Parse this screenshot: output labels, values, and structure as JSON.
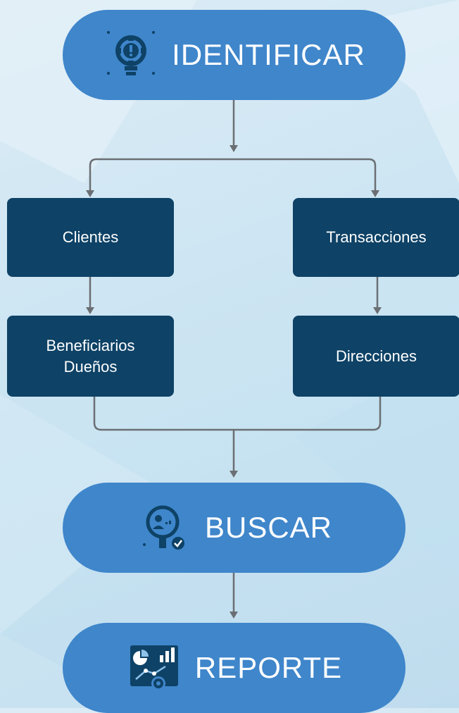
{
  "colors": {
    "background": "#cfe6f3",
    "pill": "#3f86cb",
    "box": "#0e4266",
    "connector": "#6b6f73",
    "text": "#ffffff"
  },
  "nodes": {
    "identificar": {
      "label": "IDENTIFICAR",
      "icon": "gear-alert-bulb-icon"
    },
    "clientes": {
      "label": "Clientes"
    },
    "transacciones": {
      "label": "Transacciones"
    },
    "beneficiarios": {
      "line1": "Beneficiarios",
      "line2": "Dueños"
    },
    "direcciones": {
      "label": "Direcciones"
    },
    "buscar": {
      "label": "BUSCAR",
      "icon": "person-search-check-icon"
    },
    "reporte": {
      "label": "REPORTE",
      "icon": "dashboard-analytics-icon"
    }
  },
  "edges": [
    [
      "identificar",
      "clientes"
    ],
    [
      "identificar",
      "transacciones"
    ],
    [
      "clientes",
      "beneficiarios"
    ],
    [
      "transacciones",
      "direcciones"
    ],
    [
      "beneficiarios",
      "buscar"
    ],
    [
      "direcciones",
      "buscar"
    ],
    [
      "buscar",
      "reporte"
    ]
  ]
}
